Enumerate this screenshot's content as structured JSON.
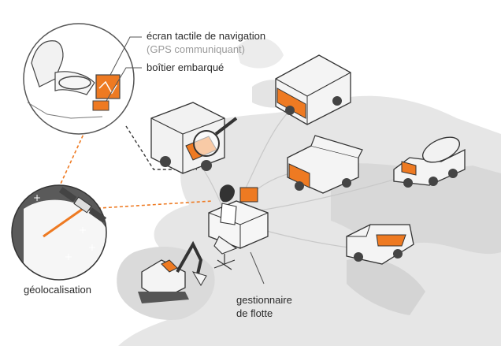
{
  "labels": {
    "touchscreen": "écran tactile de navigation",
    "touchscreen_sub": "(GPS communiquant)",
    "onboard_box": "boîtier embarqué",
    "geolocation": "géolocalisation",
    "fleet_manager_line1": "gestionnaire",
    "fleet_manager_line2": "de flotte"
  },
  "colors": {
    "accent_orange": "#ee7a22",
    "map_gray": "#e3e3e3",
    "vehicle_body": "#f4f4f4",
    "outline": "#3a3a3a",
    "link_line": "#bfbfbf"
  },
  "icons": [
    "driver-cab",
    "satellite",
    "truck-magnified",
    "box-truck",
    "dump-truck",
    "cement-mixer",
    "van",
    "excavator",
    "office-desk"
  ]
}
